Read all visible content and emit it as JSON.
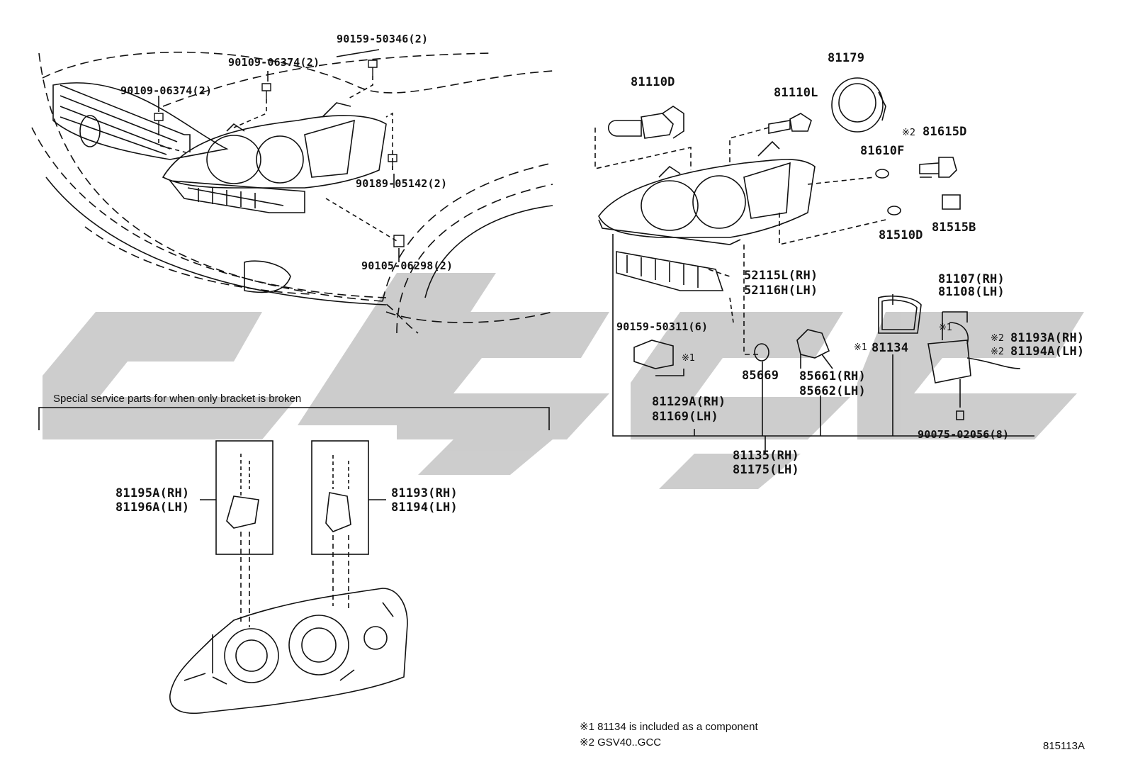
{
  "parts": {
    "p_90159_50346": "90159-50346(2)",
    "p_90109_06374_a": "90109-06374(2)",
    "p_90109_06374_b": "90109-06374(2)",
    "p_90189_05142": "90189-05142(2)",
    "p_90105_06298": "90105-06298(2)",
    "p_81110D": "81110D",
    "p_81110L": "81110L",
    "p_81179": "81179",
    "p_81615D": "81615D",
    "p_81610F": "81610F",
    "p_81510D": "81510D",
    "p_81515B": "81515B",
    "p_52115L": "52115L(RH)",
    "p_52116H": "52116H(LH)",
    "p_81107": "81107(RH)",
    "p_81108": "81108(LH)",
    "p_90159_50311": "90159-50311(6)",
    "p_81134": "81134",
    "p_81193A": "81193A(RH)",
    "p_81194A": "81194A(LH)",
    "p_85669": "85669",
    "p_85661": "85661(RH)",
    "p_85662": "85662(LH)",
    "p_81129A": "81129A(RH)",
    "p_81169": "81169(LH)",
    "p_90075_02056": "90075-02056(8)",
    "p_81135": "81135(RH)",
    "p_81175": "81175(LH)",
    "p_81195A": "81195A(RH)",
    "p_81196A": "81196A(LH)",
    "p_81193": "81193(RH)",
    "p_81194": "81194(LH)"
  },
  "marks": {
    "m1": "※1",
    "m2": "※2"
  },
  "section_title": "Special service parts for when only bracket is broken",
  "notes": {
    "n1": "※1 81134 is included as a component",
    "n2": "※2 GSV40..GCC"
  },
  "figure_id": "815113A",
  "colors": {
    "line": "#111111",
    "watermark": "#bdbdbd"
  }
}
